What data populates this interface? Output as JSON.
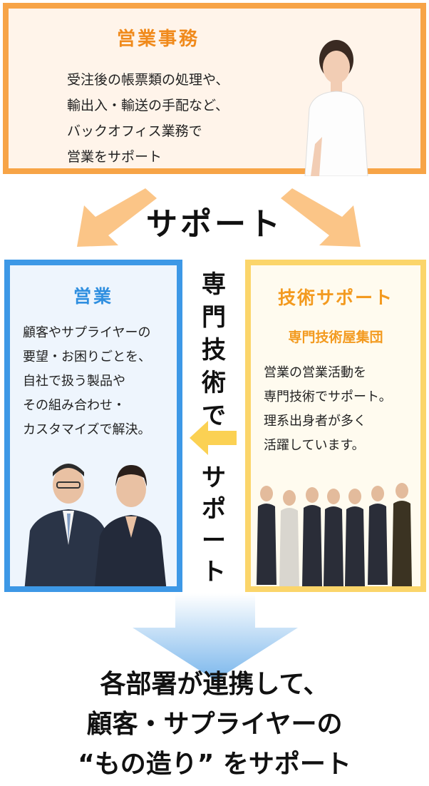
{
  "office": {
    "title": "営業事務",
    "lines": [
      "受注後の帳票類の処理や、",
      "輸出入・輸送の手配など、",
      "バックオフィス業務で",
      "営業をサポート"
    ]
  },
  "support_middle": "サポート",
  "sales": {
    "title": "営業",
    "lines": [
      "顧客やサプライヤーの",
      "要望・お困りごとを、",
      "自社で扱う製品や",
      "その組み合わせ・",
      "カスタマイズで解決。"
    ]
  },
  "vertical_label": [
    "専",
    "門",
    "技",
    "術",
    "で"
  ],
  "vertical_support": [
    "サ",
    "ポ",
    "ー",
    "ト"
  ],
  "tech": {
    "title": "技術サポート",
    "subtitle": "専門技術屋集団",
    "lines": [
      "営業の営業活動を",
      "専門技術でサポート。",
      "理系出身者が多く",
      "活躍しています。"
    ]
  },
  "bottom": {
    "lines": [
      "各部署が連携して、",
      "顧客・サプライヤーの",
      "“もの造り” をサポート"
    ]
  },
  "colors": {
    "office_border": "#f7a447",
    "sales_border": "#3d98e6",
    "tech_border": "#fbd56a",
    "down_arrow": "#7bb7ec"
  }
}
